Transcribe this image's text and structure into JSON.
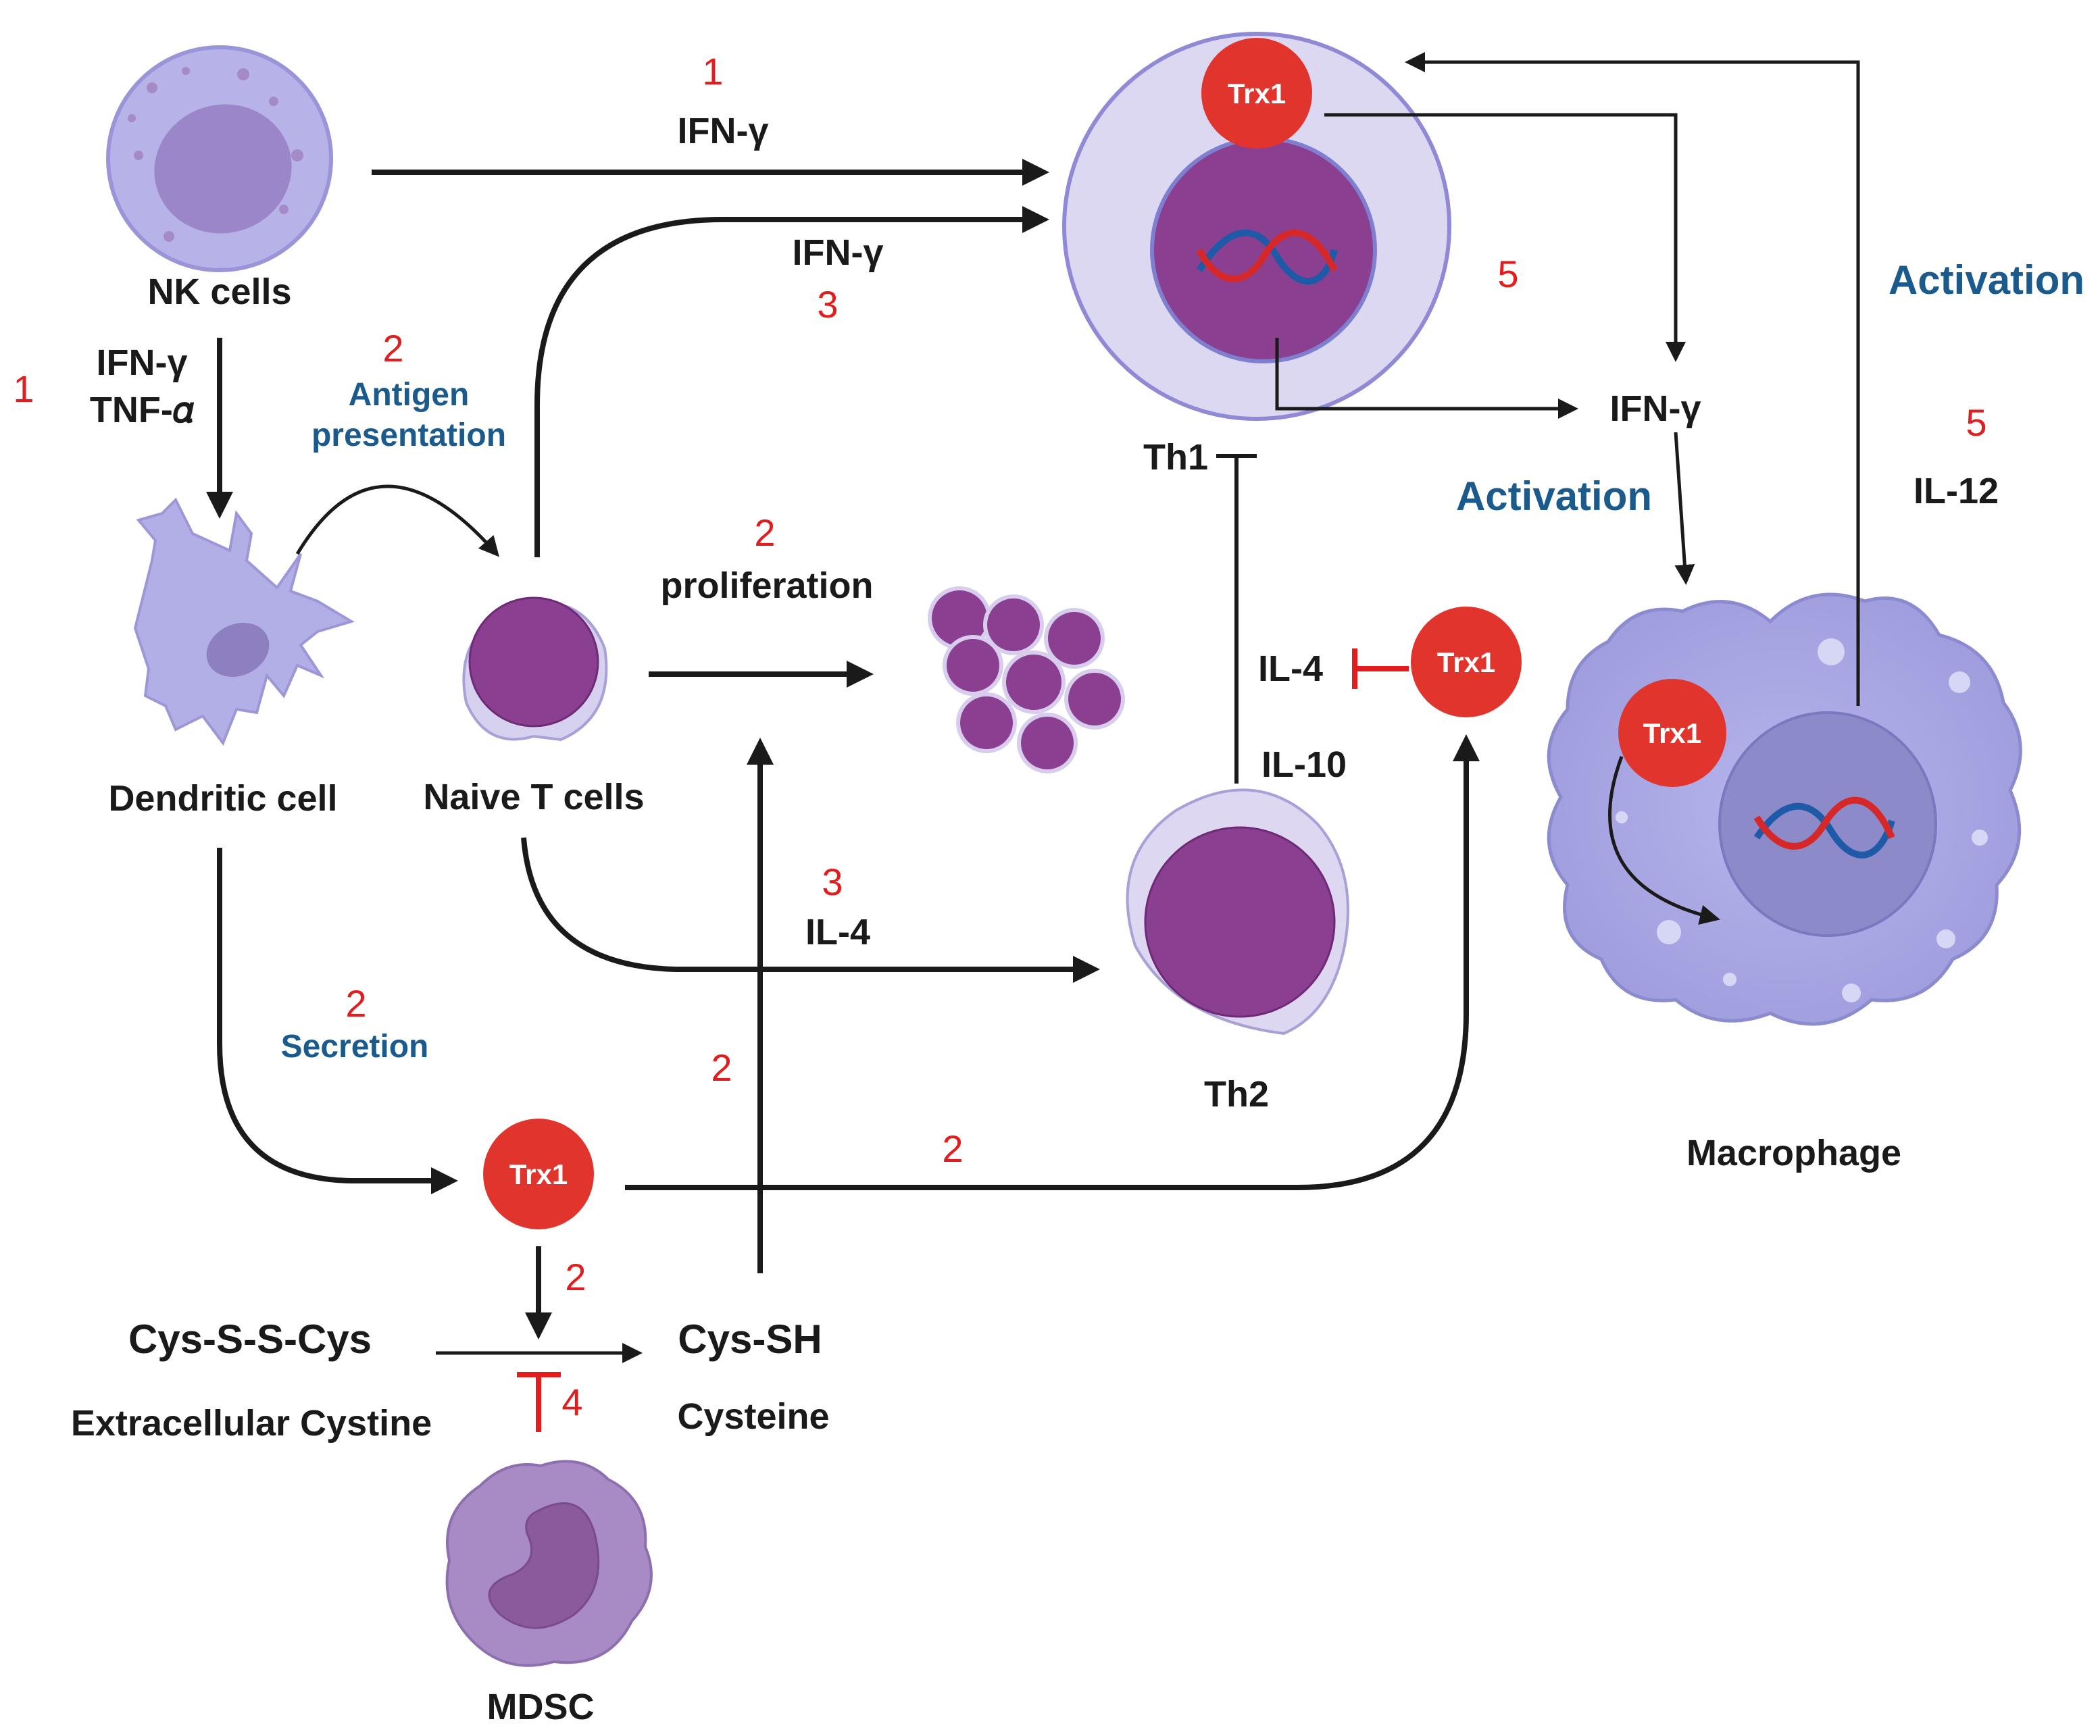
{
  "cells": {
    "nk": "NK cells",
    "dendritic": "Dendritic cell",
    "naive_t": "Naive T cells",
    "th1": "Th1",
    "th2": "Th2",
    "macrophage": "Macrophage",
    "mdsc": "MDSC",
    "trx1": "Trx1"
  },
  "cytokines": {
    "ifn_g": "IFN-γ",
    "tnf_a": "TNF-𝛼",
    "il4": "IL-4",
    "il10": "IL-10",
    "il12": "IL-12"
  },
  "processes": {
    "antigen_line1": "Antigen",
    "antigen_line2": "presentation",
    "proliferation": "proliferation",
    "secretion": "Secretion",
    "activation": "Activation"
  },
  "molecules": {
    "cystine_formula": "Cys-S-S-Cys",
    "cystine_name": "Extracellular Cystine",
    "cysteine_formula": "Cys-SH",
    "cysteine_name": "Cysteine"
  },
  "step_numbers": {
    "one": "1",
    "two": "2",
    "three": "3",
    "four": "4",
    "five": "5"
  },
  "colors": {
    "cell_lavender": "#b8b4e6",
    "nucleus_purple": "#8b3d8f",
    "trx1_red": "#e0342c",
    "label_blue": "#1a5a8c",
    "step_red": "#e31d1d"
  }
}
